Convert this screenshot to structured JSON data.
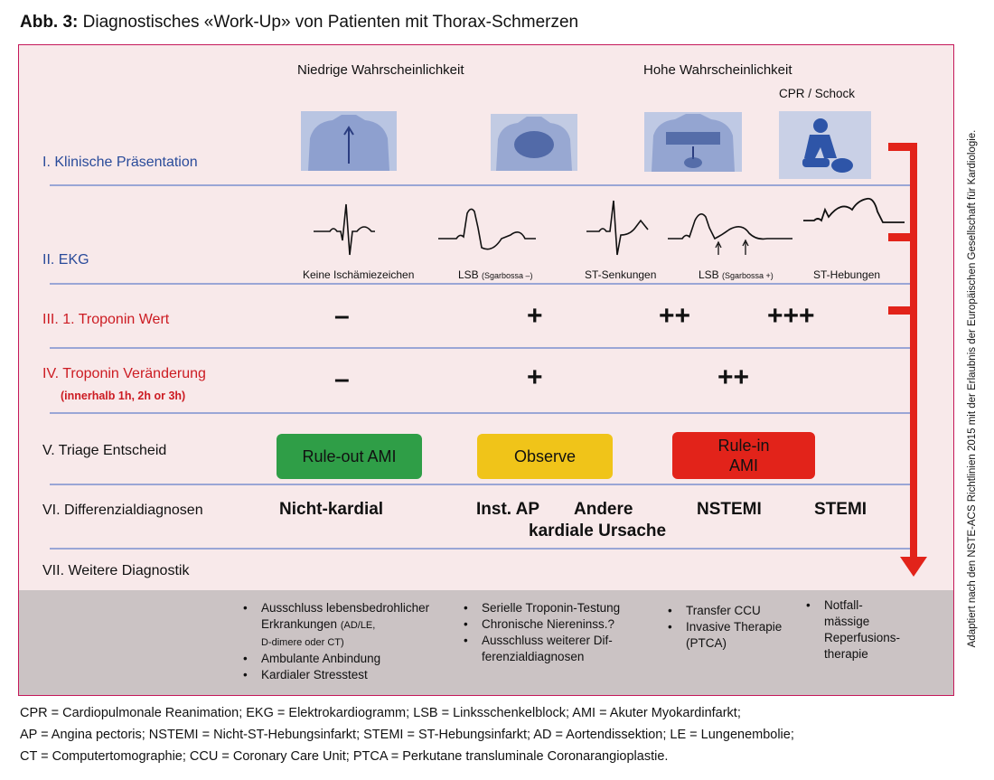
{
  "figure": {
    "title_bold": "Abb. 3:",
    "title_rest": " Diagnostisches «Work-Up» von Patienten mit Thorax-Schmerzen",
    "side_note": "Adaptiert nach den NSTE-ACS Richtlinien 2015 mit der Erlaubnis der Europäischen Gesellschaft für Kardiologie."
  },
  "headers": {
    "low": "Niedrige Wahrscheinlichkeit",
    "high": "Hohe Wahrscheinlichkeit",
    "cpr": "CPR / Schock"
  },
  "rows": {
    "r1": "I. Klinische Präsentation",
    "r2": "II. EKG",
    "r3": "III. 1. Troponin Wert",
    "r4": "IV. Troponin Veränderung",
    "r4_sub": "(innerhalb 1h, 2h or 3h)",
    "r5": "V. Triage Entscheid",
    "r6": "VI. Differenzialdiagnosen",
    "r7": "VII. Weitere Diagnostik"
  },
  "ekg": [
    {
      "label": "Keine Ischämiezeichen",
      "sub": ""
    },
    {
      "label": "LSB ",
      "sub": "(Sgarbossa –)"
    },
    {
      "label": "ST-Senkungen",
      "sub": ""
    },
    {
      "label": "LSB ",
      "sub": "(Sgarbossa +)"
    },
    {
      "label": "ST-Hebungen",
      "sub": ""
    }
  ],
  "troponin_first": [
    "–",
    "+",
    "++",
    "+++"
  ],
  "troponin_change": [
    "–",
    "+",
    "++"
  ],
  "triage": {
    "rule_out": "Rule-out AMI",
    "observe": "Observe",
    "rule_in_1": "Rule-in",
    "rule_in_2": "AMI",
    "colors": {
      "rule_out": "#2f9e47",
      "observe": "#f0c419",
      "rule_in": "#e2231a"
    }
  },
  "diagnoses": {
    "non_cardiac": "Nicht-kardial",
    "inst_ap": "Inst. AP",
    "other_1": "Andere",
    "other_2": "kardiale Ursache",
    "nstemi": "NSTEMI",
    "stemi": "STEMI"
  },
  "further": {
    "col1": {
      "b1_main": "Ausschluss lebensbedrohlicher",
      "b1_line2": "Erkrankungen ",
      "b1_line2_small": "(AD/LE,",
      "b1_line3_small": "D-dimere oder CT)",
      "b2": "Ambulante Anbindung",
      "b3": "Kardialer Stresstest"
    },
    "col2": {
      "b1": "Serielle Troponin-Testung",
      "b2": "Chronische Niereninss.?",
      "b3_1": "Ausschluss weiterer Dif-",
      "b3_2": "ferenzialdiagnosen"
    },
    "col3": {
      "b1": "Transfer CCU",
      "b2_1": "Invasive Therapie",
      "b2_2": "(PTCA)"
    },
    "col4": {
      "l1": "Notfall-",
      "l2": "mässige",
      "l3": "Reperfusions-",
      "l4": "therapie"
    }
  },
  "abbreviations": [
    "CPR = Cardiopulmonale Reanimation; EKG = Elektrokardiogramm; LSB = Linksschenkelblock; AMI = Akuter Myokardinfarkt;",
    "AP = Angina pectoris; NSTEMI = Nicht-ST-Hebungsinfarkt; STEMI = ST-Hebungsinfarkt; AD = Aortendissektion; LE = Lungenembolie;",
    "CT = Computertomographie; CCU = Coronary Care Unit; PTCA = Perkutane transluminale Coronarangioplastie."
  ],
  "colors": {
    "panel_bg": "#f8e9ea",
    "border": "#c5185a",
    "separator": "#9aa6d6",
    "arrow": "#e2231a",
    "label_blue": "#2a4b9a",
    "label_red": "#cc1b22",
    "gray_band": "#cbc3c4"
  },
  "icons": [
    "chest-pain-illustration",
    "chest-burning-illustration",
    "chest-radiating-pain-illustration",
    "cpr-icon"
  ]
}
